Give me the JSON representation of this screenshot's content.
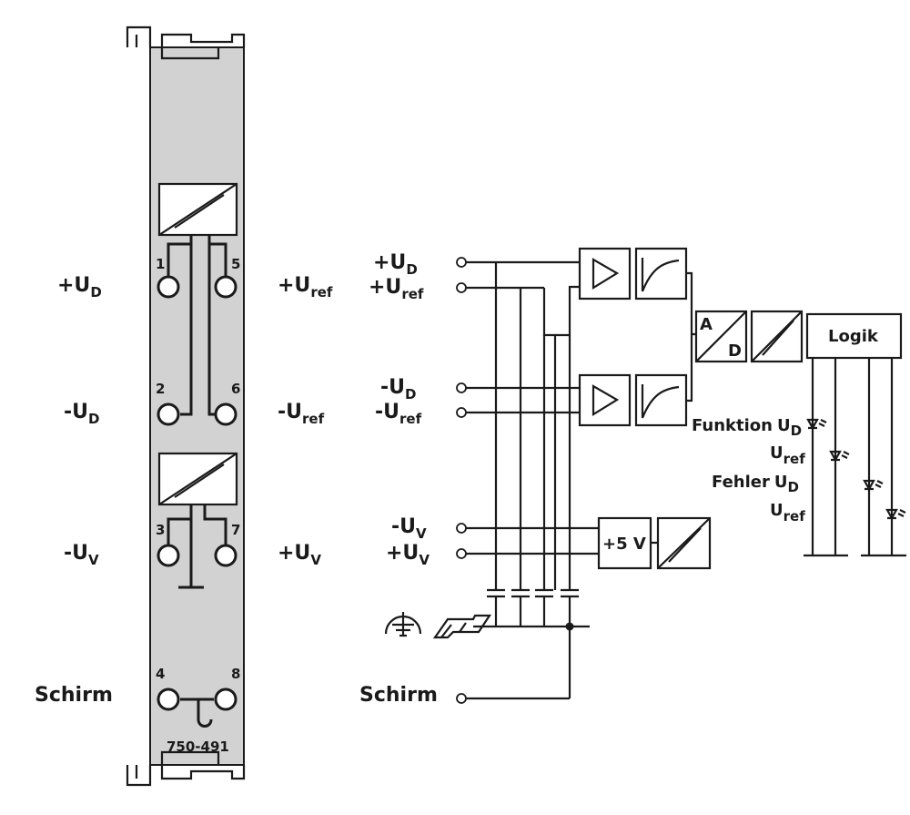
{
  "module": {
    "part_number": "750-491",
    "body_color": "#d2d2d2"
  },
  "left_labels": {
    "plus_ud": {
      "main": "+U",
      "sub": "D"
    },
    "minus_ud": {
      "main": "-U",
      "sub": "D"
    },
    "minus_uv": {
      "main": "-U",
      "sub": "V"
    },
    "schirm": "Schirm",
    "plus_uref": {
      "main": "+U",
      "sub": "ref"
    },
    "minus_uref": {
      "main": "-U",
      "sub": "ref"
    },
    "plus_uv": {
      "main": "+U",
      "sub": "V"
    }
  },
  "terminals": [
    "1",
    "2",
    "3",
    "4",
    "5",
    "6",
    "7",
    "8"
  ],
  "schematic": {
    "inputs": {
      "plus_ud": {
        "main": "+U",
        "sub": "D"
      },
      "plus_uref": {
        "main": "+U",
        "sub": "ref"
      },
      "minus_ud": {
        "main": "-U",
        "sub": "D"
      },
      "minus_uref": {
        "main": "-U",
        "sub": "ref"
      },
      "minus_uv": {
        "main": "-U",
        "sub": "V"
      },
      "plus_uv": {
        "main": "+U",
        "sub": "V"
      },
      "schirm": "Schirm"
    },
    "ad_converter": {
      "a": "A",
      "d": "D"
    },
    "logic_block": "Logik",
    "power_block": "+5 V",
    "leds": {
      "funktion": {
        "prefix": "Funktion",
        "main": "U",
        "sub": "D"
      },
      "funktion_ref": {
        "main": "U",
        "sub": "ref"
      },
      "fehler": {
        "prefix": "Fehler",
        "main": "U",
        "sub": "D"
      },
      "fehler_ref": {
        "main": "U",
        "sub": "ref"
      }
    }
  }
}
